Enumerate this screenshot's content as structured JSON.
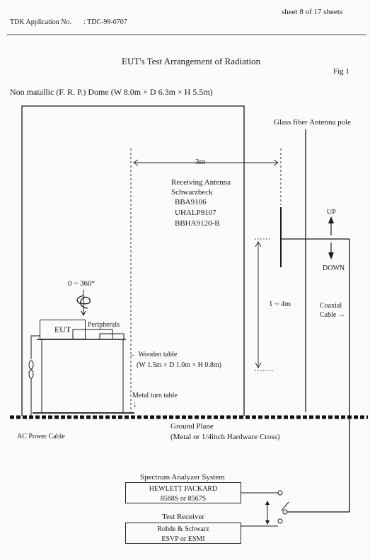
{
  "header": {
    "sheet": "sheet  8  of  17  sheets",
    "application_label": "TDK Application No.",
    "application_value": ":  TDC-99-0707"
  },
  "title": "EUT's Test Arrangement of Radiation",
  "figure_label": "Fig 1",
  "dome": "Non matallic (F. R. P.) Dome (W 8.0m × D 6.3m × H 5.5m)",
  "antenna_pole": "Glass fiber Antenna pole",
  "distance": "3m",
  "receiving_antenna": {
    "title": "Receiving Antenna",
    "maker": "Schwarzbeck",
    "models": [
      "BBA9106",
      "UHALP9107",
      "BBHA9120-B"
    ]
  },
  "rotation": "0 ~ 360°",
  "height_range": "1 ~ 4m",
  "up_label": "UP",
  "down_label": "DOWN",
  "coaxial_cable": [
    "Coaxial",
    "Cable →"
  ],
  "eut_label": "EUT",
  "peripherals_label": "Peripherals",
  "wooden_table": {
    "label": "←  Wooden table",
    "dims": "(W 1.5m × D 1.0m × H 0.8m)"
  },
  "metal_turn_table": {
    "label": "Metal turn table",
    "arrow": "↓"
  },
  "ac_power_cable": "AC Power Cable",
  "ground_plane": {
    "label": "Ground Plane",
    "sub": "(Metal or 1/4inch Hardware Cross)"
  },
  "spectrum_analyzer": {
    "title": "Spectrum Analyzer System",
    "line1": "HEWLETT PACKARD",
    "line2": "8568S or 8567S"
  },
  "test_receiver": {
    "title": "Test Receiver",
    "line1": "Rohde & Schwarz",
    "line2": "ESVP or ESMI"
  }
}
